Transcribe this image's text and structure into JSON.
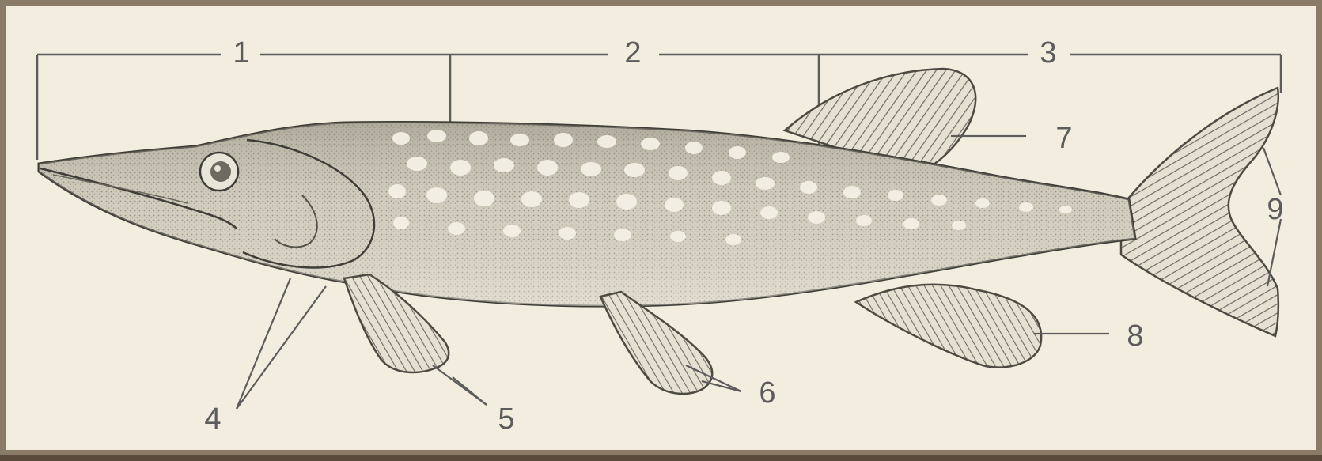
{
  "diagram": {
    "labels": {
      "head": "1",
      "trunk": "2",
      "tail": "3",
      "gill_cover": "4",
      "pectoral_fins": "5",
      "pelvic_fins": "6",
      "dorsal_fin": "7",
      "anal_fin": "8",
      "caudal_fin": "9"
    }
  },
  "colors": {
    "background": "#f3ede0",
    "ink": "#5c5c5c",
    "fish_body": "#d9d3c5",
    "spots": "#f4f0e6"
  }
}
